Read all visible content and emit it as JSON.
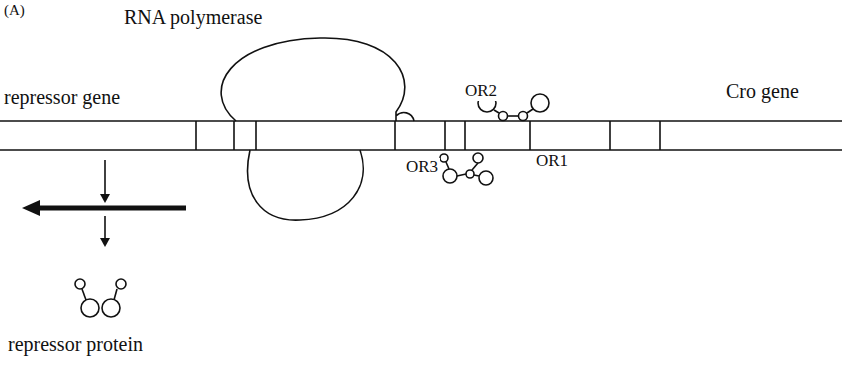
{
  "diagram": {
    "labels": [
      "(A)",
      "RNA polymerase",
      "repressor gene",
      "Cro gene",
      "OR2",
      "OR3",
      "OR1",
      "repressor protein"
    ]
  }
}
